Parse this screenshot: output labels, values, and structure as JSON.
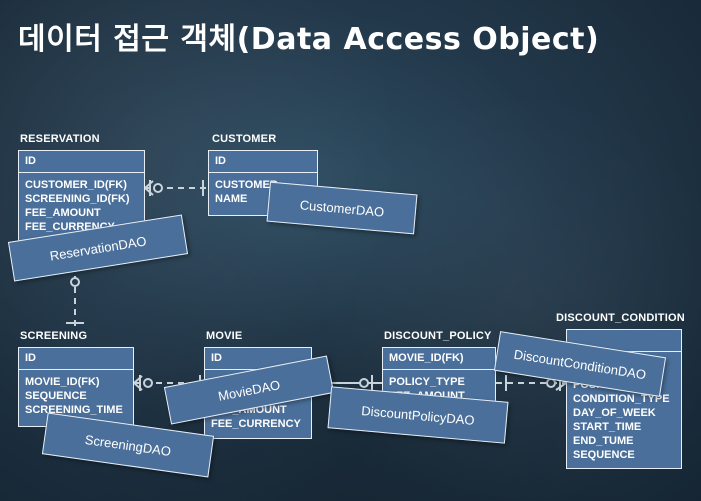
{
  "title": "데이터 접근 객체(Data Access Object)",
  "tables": {
    "reservation": {
      "label": "RESERVATION",
      "pk": "ID",
      "attrs": [
        "CUSTOMER_ID(FK)",
        "SCREENING_ID(FK)",
        "FEE_AMOUNT",
        "FEE_CURRENCY"
      ]
    },
    "customer": {
      "label": "CUSTOMER",
      "pk": "ID",
      "attrs": [
        "CUSTOMER",
        "NAME"
      ]
    },
    "screening": {
      "label": "SCREENING",
      "pk": "ID",
      "attrs": [
        "MOVIE_ID(FK)",
        "SEQUENCE",
        "SCREENING_TIME"
      ]
    },
    "movie": {
      "label": "MOVIE",
      "pk": "ID",
      "attrs": [
        "",
        "",
        "FEE_AMOUNT",
        "FEE_CURRENCY"
      ]
    },
    "discount_policy": {
      "label": "DISCOUNT_POLICY",
      "pk": "MOVIE_ID(FK)",
      "attrs": [
        "POLICY_TYPE",
        "FEE_AMOUNT",
        ""
      ]
    },
    "discount_condition": {
      "label": "DISCOUNT_CONDITION",
      "pk": "",
      "attrs": [
        "POSITION",
        "CONDITION_TYPE",
        "DAY_OF_WEEK",
        "START_TIME",
        "END_TUME",
        "SEQUENCE"
      ]
    }
  },
  "daos": {
    "customer": "CustomerDAO",
    "reservation": "ReservationDAO",
    "movie": "MovieDAO",
    "discount_policy": "DiscountPolicyDAO",
    "screening": "ScreeningDAO",
    "discount_condition": "DiscountConditionDAO"
  },
  "colors": {
    "box_fill": "#4a6f9a",
    "box_border": "#e8eef5",
    "connector": "#c9d3dc",
    "text": "#ffffff"
  }
}
